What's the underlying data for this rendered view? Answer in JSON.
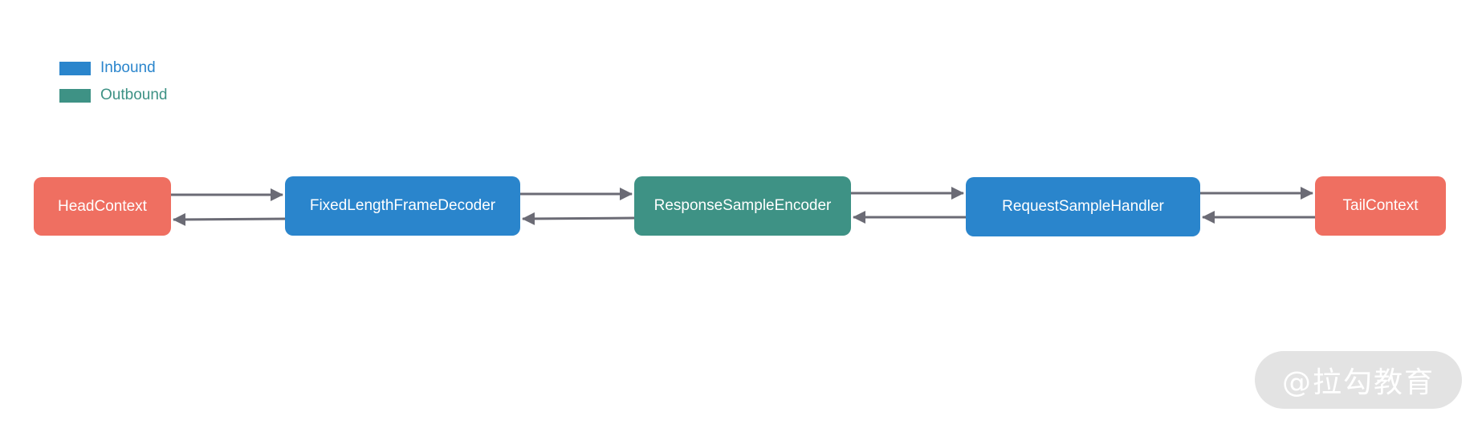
{
  "colors": {
    "inbound": "#2a85cc",
    "outbound": "#3e9285",
    "context": "#ef6f61",
    "arrow": "#6b6b75",
    "watermark_bg": "#e3e3e3"
  },
  "legend": {
    "inbound_label": "Inbound",
    "outbound_label": "Outbound"
  },
  "nodes": {
    "head": {
      "label": "HeadContext",
      "kind": "context"
    },
    "decoder": {
      "label": "FixedLengthFrameDecoder",
      "kind": "inbound"
    },
    "encoder": {
      "label": "ResponseSampleEncoder",
      "kind": "outbound"
    },
    "handler": {
      "label": "RequestSampleHandler",
      "kind": "inbound"
    },
    "tail": {
      "label": "TailContext",
      "kind": "context"
    }
  },
  "watermark": {
    "text": "@拉勾教育"
  }
}
